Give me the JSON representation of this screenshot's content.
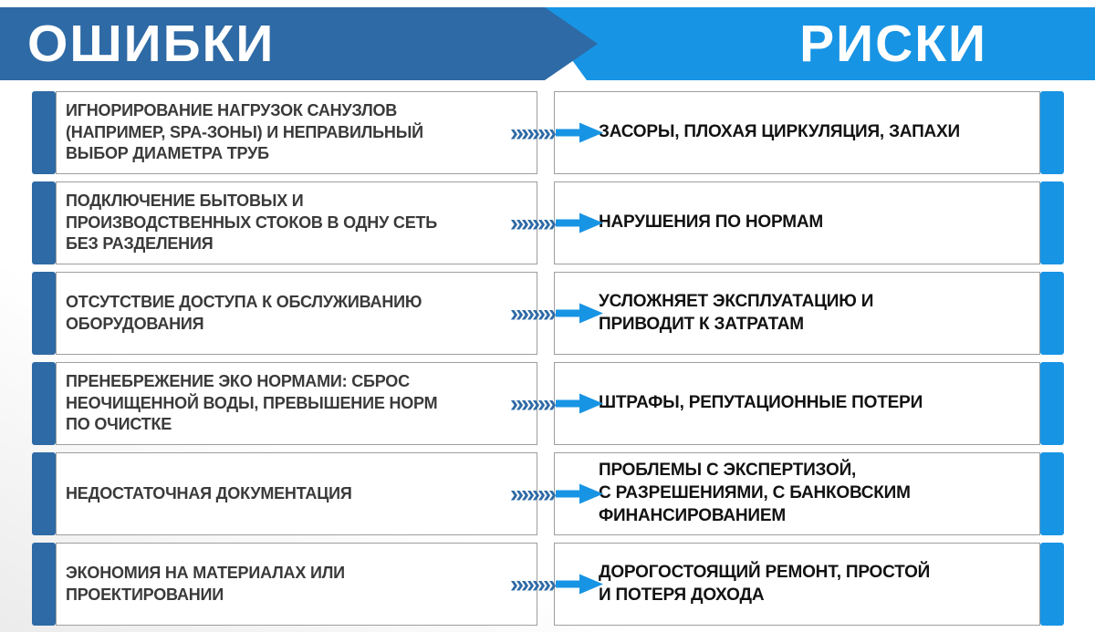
{
  "header": {
    "errors_title": "ОШИБКИ",
    "risks_title": "РИСКИ"
  },
  "icons": {
    "chevrons": "»»»»"
  },
  "colors": {
    "dark_blue": "#2e6aa5",
    "bright_blue": "#1894e4"
  },
  "rows": [
    {
      "mistake": "ИГНОРИРОВАНИЕ НАГРУЗОК САНУЗЛОВ\n(НАПРИМЕР, SPA-ЗОНЫ) И НЕПРАВИЛЬНЫЙ\nВЫБОР ДИАМЕТРА ТРУБ",
      "risk": "ЗАСОРЫ, ПЛОХАЯ ЦИРКУЛЯЦИЯ, ЗАПАХИ"
    },
    {
      "mistake": "ПОДКЛЮЧЕНИЕ БЫТОВЫХ И\nПРОИЗВОДСТВЕННЫХ СТОКОВ В ОДНУ СЕТЬ\nБЕЗ РАЗДЕЛЕНИЯ",
      "risk": "НАРУШЕНИЯ ПО НОРМАМ"
    },
    {
      "mistake": "ОТСУТСТВИЕ ДОСТУПА К ОБСЛУЖИВАНИЮ\nОБОРУДОВАНИЯ",
      "risk": "УСЛОЖНЯЕТ ЭКСПЛУАТАЦИЮ И\nПРИВОДИТ К ЗАТРАТАМ"
    },
    {
      "mistake": "ПРЕНЕБРЕЖЕНИЕ ЭКО НОРМАМИ: СБРОС\nНЕОЧИЩЕННОЙ ВОДЫ, ПРЕВЫШЕНИЕ НОРМ\nПО ОЧИСТКЕ",
      "risk": "ШТРАФЫ, РЕПУТАЦИОННЫЕ ПОТЕРИ"
    },
    {
      "mistake": "НЕДОСТАТОЧНАЯ ДОКУМЕНТАЦИЯ",
      "risk": "ПРОБЛЕМЫ С ЭКСПЕРТИЗОЙ,\nС РАЗРЕШЕНИЯМИ, С БАНКОВСКИМ\nФИНАНСИРОВАНИЕМ"
    },
    {
      "mistake": "ЭКОНОМИЯ НА МАТЕРИАЛАХ ИЛИ\nПРОЕКТИРОВАНИИ",
      "risk": "ДОРОГОСТОЯЩИЙ РЕМОНТ, ПРОСТОЙ\nИ ПОТЕРЯ ДОХОДА"
    }
  ]
}
